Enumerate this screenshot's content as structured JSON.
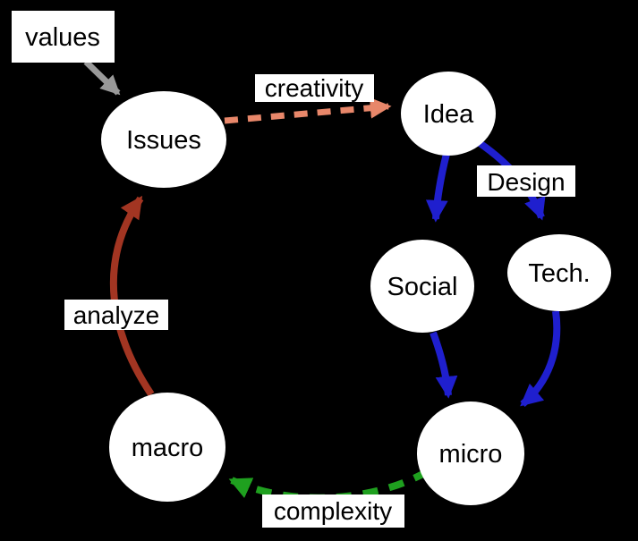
{
  "diagram": {
    "title": "concept-flow-diagram",
    "background": "#000000",
    "colors": {
      "background": "#000000",
      "node_fill": "#FFFFFF",
      "label_box_fill": "#FFFFFF",
      "text": "#000000",
      "gray": "#999999",
      "salmon": "#E8876A",
      "blue": "#1F1FCE",
      "green": "#1FA01F",
      "darkred": "#A23522"
    },
    "nodes": [
      {
        "id": "issues",
        "label": "Issues"
      },
      {
        "id": "idea",
        "label": "Idea"
      },
      {
        "id": "social",
        "label": "Social"
      },
      {
        "id": "tech",
        "label": "Tech."
      },
      {
        "id": "macro",
        "label": "macro"
      },
      {
        "id": "micro",
        "label": "micro"
      }
    ],
    "edge_labels": [
      {
        "id": "values",
        "label": "values"
      },
      {
        "id": "creativity",
        "label": "creativity"
      },
      {
        "id": "design",
        "label": "Design"
      },
      {
        "id": "analyze",
        "label": "analyze"
      },
      {
        "id": "complexity",
        "label": "complexity"
      }
    ],
    "edges": [
      {
        "from": "values",
        "to": "Issues",
        "label": "",
        "color_key": "gray",
        "style": "solid"
      },
      {
        "from": "Issues",
        "to": "Idea",
        "label": "creativity",
        "color_key": "salmon",
        "style": "dashed"
      },
      {
        "from": "Idea",
        "to": "Social",
        "label": "",
        "color_key": "blue",
        "style": "solid"
      },
      {
        "from": "Idea",
        "to": "Tech.",
        "label": "Design",
        "color_key": "blue",
        "style": "solid"
      },
      {
        "from": "Social",
        "to": "micro",
        "label": "",
        "color_key": "blue",
        "style": "solid"
      },
      {
        "from": "Tech.",
        "to": "micro",
        "label": "",
        "color_key": "blue",
        "style": "solid"
      },
      {
        "from": "micro",
        "to": "macro",
        "label": "complexity",
        "color_key": "green",
        "style": "dashed"
      },
      {
        "from": "macro",
        "to": "Issues",
        "label": "analyze",
        "color_key": "darkred",
        "style": "solid"
      }
    ]
  }
}
